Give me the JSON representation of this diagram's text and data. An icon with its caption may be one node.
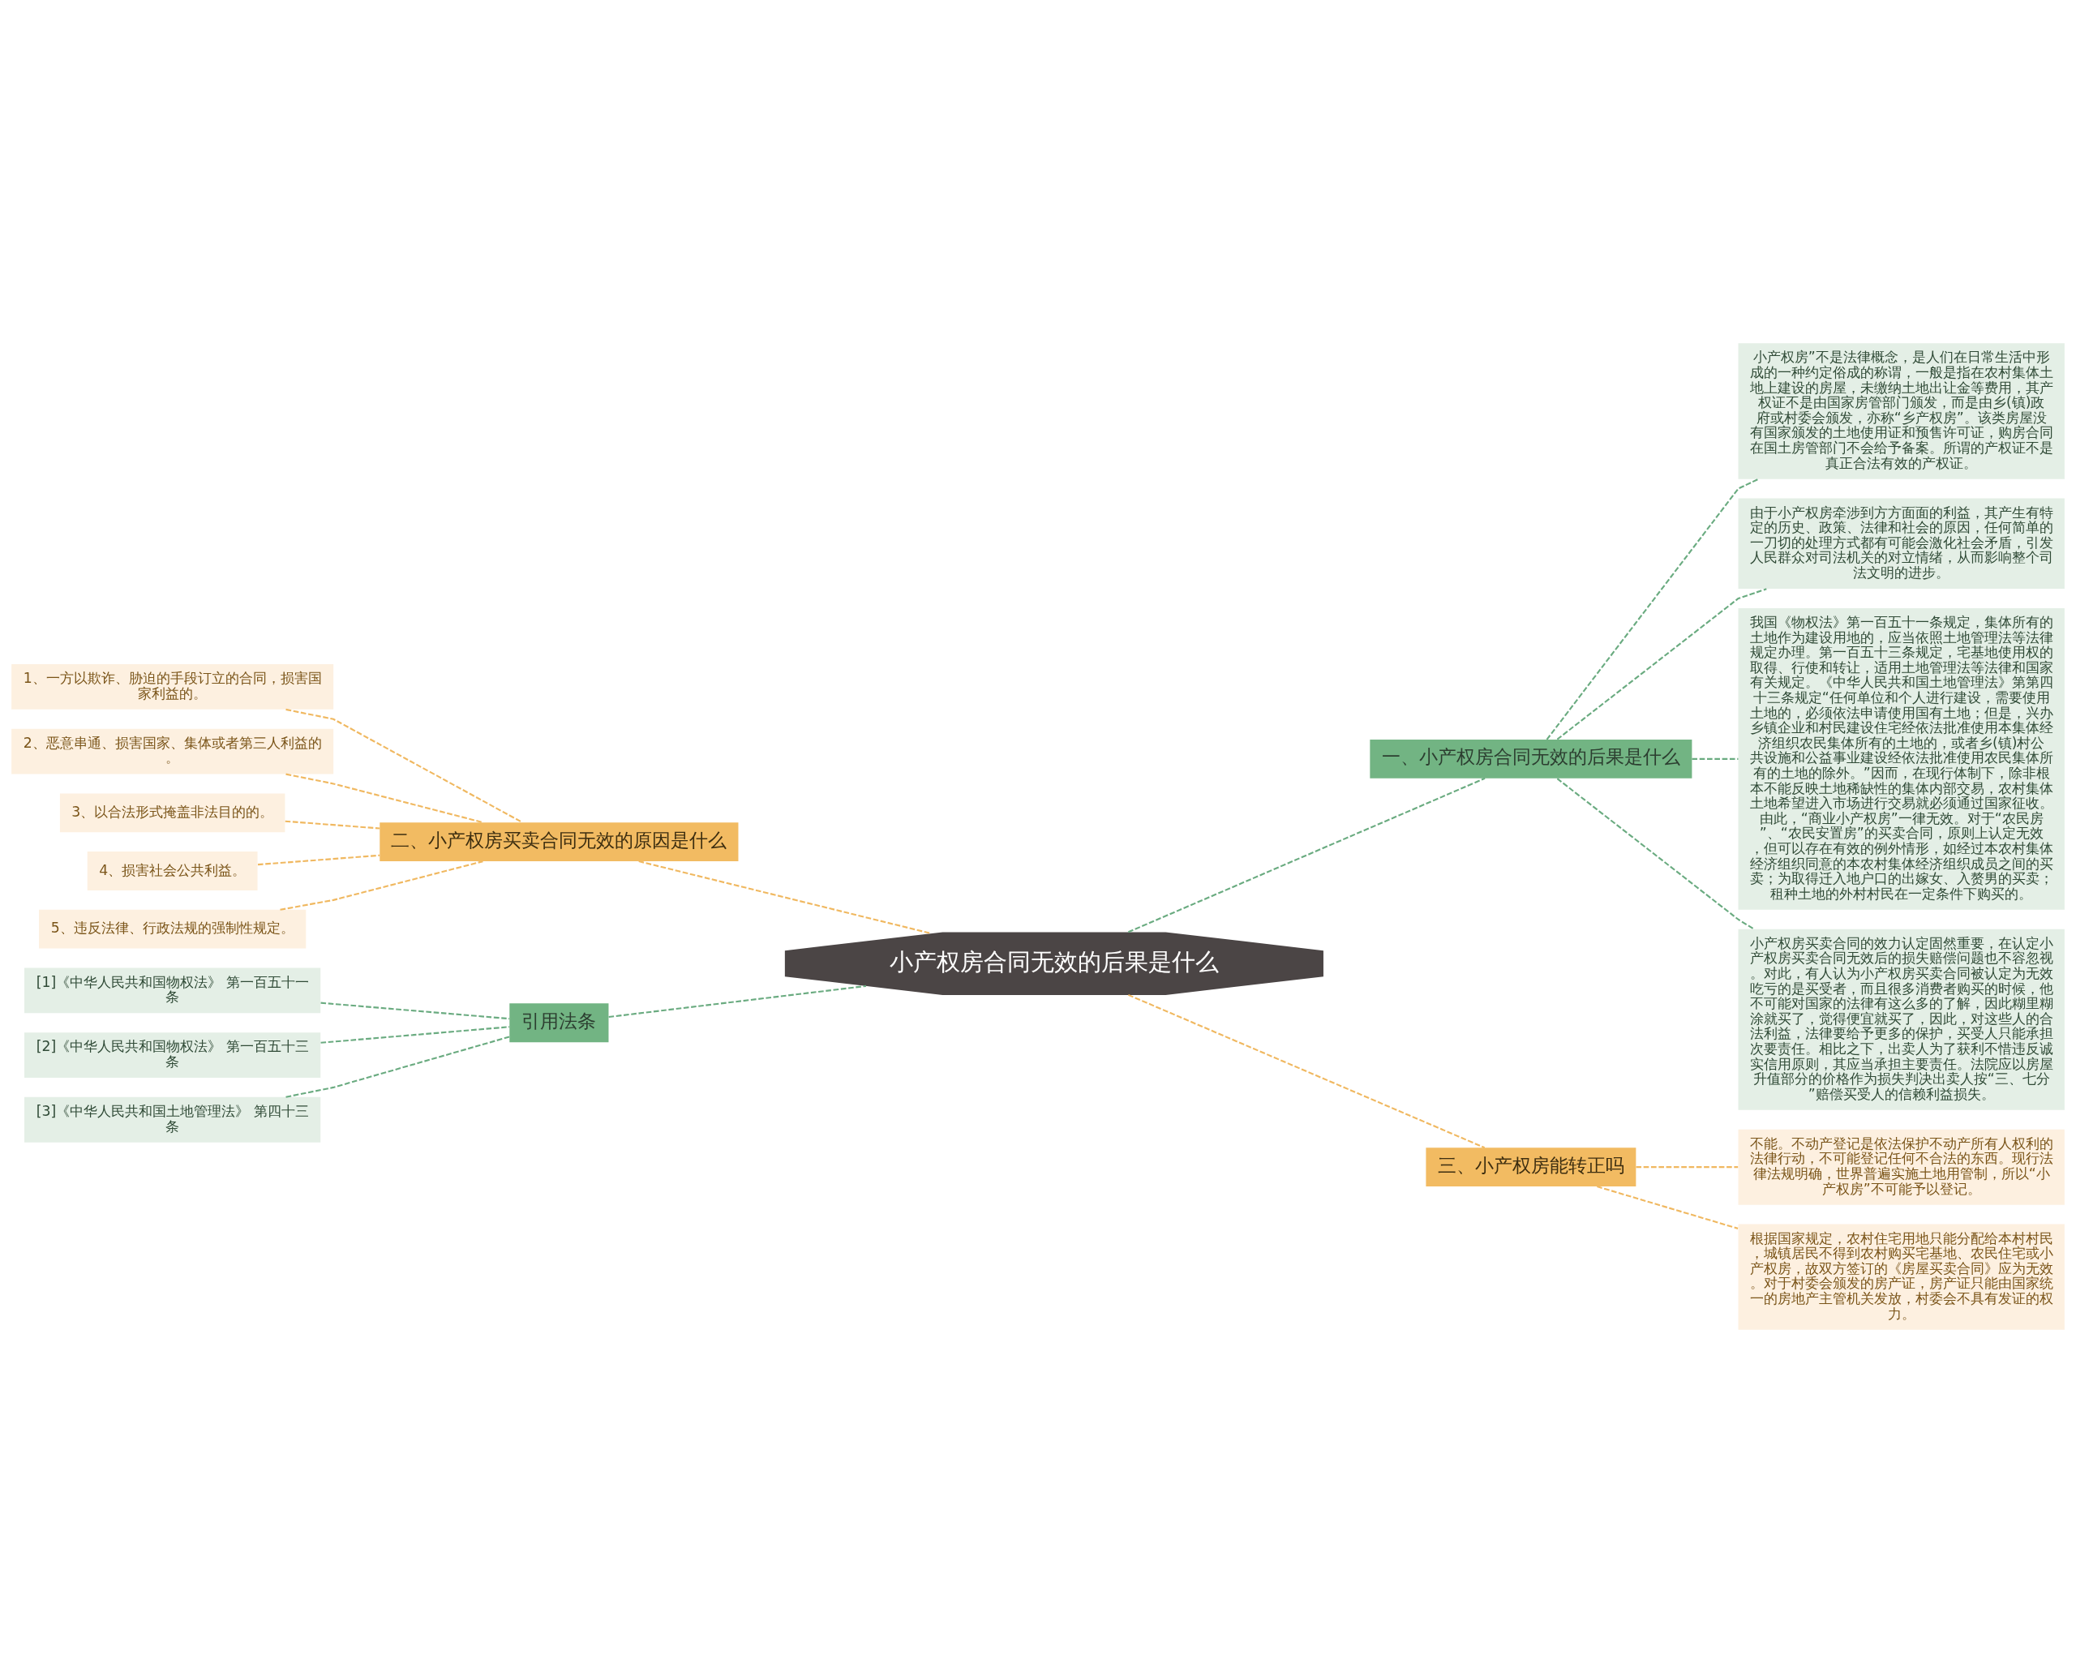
{
  "diagram": {
    "nodes": [
      {
        "text": [
          "小产权房合同无效的后果是什么"
        ]
      },
      {
        "text": [
          "一、小产权房合同无效的后果是什么"
        ]
      },
      {
        "text": [
          "小产权房”不是法律概念，是人们在日常生活中形成的一种约定俗成的称谓，一般是指在农村集体土地上建设的房屋，未缴纳土地出让金等费用，其产权证不是由国家房管部门颁发，而是由乡(镇)政府或村委会颁发，亦称“乡产权房”。该类房屋没有国家颁发的土地使用证和预售许可证，购房合同在国土房管部门不会给予备案。所谓的产权证不是真正合法有效的产权证。"
        ]
      },
      {
        "text": [
          "由于小产权房牵涉到方方面面的利益，其产生有特定的历史、政策、法律和社会的原因，任何简单的一刀切的处理方式都有可能会激化社会矛盾，引发人民群众对司法机关的对立情绪，从而影响整个司法文明的进步。"
        ]
      },
      {
        "text": [
          "我国《物权法》第一百五十一条规定，集体所有的土地作为建设用地的，应当依照土地管理法等法律规定办理。第一百五十三条规定，宅基地使用权的取得、行使和转让，适用土地管理法等法律和国家有关规定。《中华人民共和国土地管理法》第第四十三条规定“任何单位和个人进行建设，需要使用土地的，必须依法申请使用国有土地；但是，兴办乡镇企业和村民建设住宅经依法批准使用本集体经济组织农民集体所有的土地的，或者乡(镇)村公共设施和公益事业建设经依法批准使用农民集体所有的土地的除外。”因而，在现行体制下，除非根本不能反映土地稀缺性的集体内部交易，农村集体土地希望进入市场进行交易就必须通过国家征收。由此，“商业小产权房”一律无效。对于“农民房”、“农民安置房”的买卖合同，原则上认定无效，但可以存在有效的例外情形，如经过本农村集体经济组织同意的本农村集体经济组织成员之间的买卖；为取得迁入地户口的出嫁女、入赘男的买卖；租种土地的外村村民在一定条件下购买的。"
        ]
      },
      {
        "text": [
          "小产权房买卖合同的效力认定固然重要，在认定小产权房买卖合同无效后的损失赔偿问题也不容忽视。对此，有人认为小产权房买卖合同被认定为无效吃亏的是买受者，而且很多消费者购买的时候，他不可能对国家的法律有这么多的了解，因此糊里糊涂就买了，觉得便宜就买了，因此，对这些人的合法利益，法律要给予更多的保护，买受人只能承担次要责任。相比之下，出卖人为了获利不惜违反诚实信用原则，其应当承担主要责任。法院应以房屋升值部分的价格作为损失判决出卖人按“三、七分”赔偿买受人的信赖利益损失。"
        ]
      },
      {
        "text": [
          "二、小产权房买卖合同无效的原因是什么"
        ]
      },
      {
        "text": [
          "1、一方以欺诈、胁迫的手段订立的合同，损害国家利益的。"
        ]
      },
      {
        "text": [
          "2、恶意串通、损害国家、集体或者第三人利益的。"
        ]
      },
      {
        "text": [
          "3、以合法形式掩盖非法目的的。"
        ]
      },
      {
        "text": [
          "4、损害社会公共利益。"
        ]
      },
      {
        "text": [
          "5、违反法律、行政法规的强制性规定。"
        ]
      },
      {
        "text": [
          "引用法条"
        ]
      },
      {
        "text": [
          "[1]《中华人民共和国物权法》 第一百五十一条"
        ]
      },
      {
        "text": [
          "[2]《中华人民共和国物权法》 第一百五十三条"
        ]
      },
      {
        "text": [
          "[3]《中华人民共和国土地管理法》 第四十三条"
        ]
      },
      {
        "text": [
          "三、小产权房能转正吗"
        ]
      },
      {
        "text": [
          "不能。不动产登记是依法保护不动产所有人权利的法律行动，不可能登记任何不合法的东西。现行法律法规明确，世界普遍实施土地用管制，所以“小产权房”不可能予以登记。"
        ]
      },
      {
        "text": [
          "根据国家规定，农村住宅用地只能分配给本村村民，城镇居民不得到农村购买宅基地、农民住宅或小产权房，故双方签订的《房屋买卖合同》应为无效。对于村委会颁发的房产证，房产证只能由国家统一的房地产主管机关发放，村委会不具有发证的权力。"
        ]
      }
    ],
    "edges": [
      {
        "from": 0,
        "to": 1,
        "arrow": "none",
        "style": "dashed",
        "color": "#6aab80"
      },
      {
        "from": 1,
        "to": 2,
        "arrow": "none",
        "style": "dashed",
        "color": "#6aab80"
      },
      {
        "from": 1,
        "to": 3,
        "arrow": "none",
        "style": "dashed",
        "color": "#6aab80"
      },
      {
        "from": 1,
        "to": 4,
        "arrow": "none",
        "style": "dashed",
        "color": "#6aab80"
      },
      {
        "from": 1,
        "to": 5,
        "arrow": "none",
        "style": "dashed",
        "color": "#6aab80"
      },
      {
        "from": 0,
        "to": 6,
        "arrow": "none",
        "style": "dashed",
        "color": "#f0b860"
      },
      {
        "from": 6,
        "to": 7,
        "arrow": "none",
        "style": "dashed",
        "color": "#f0b860"
      },
      {
        "from": 6,
        "to": 8,
        "arrow": "none",
        "style": "dashed",
        "color": "#f0b860"
      },
      {
        "from": 6,
        "to": 9,
        "arrow": "none",
        "style": "dashed",
        "color": "#f0b860"
      },
      {
        "from": 6,
        "to": 10,
        "arrow": "none",
        "style": "dashed",
        "color": "#f0b860"
      },
      {
        "from": 6,
        "to": 11,
        "arrow": "none",
        "style": "dashed",
        "color": "#f0b860"
      },
      {
        "from": 0,
        "to": 12,
        "arrow": "none",
        "style": "dashed",
        "color": "#6aab80"
      },
      {
        "from": 12,
        "to": 13,
        "arrow": "none",
        "style": "dashed",
        "color": "#6aab80"
      },
      {
        "from": 12,
        "to": 14,
        "arrow": "none",
        "style": "dashed",
        "color": "#6aab80"
      },
      {
        "from": 12,
        "to": 15,
        "arrow": "none",
        "style": "dashed",
        "color": "#6aab80"
      },
      {
        "from": 0,
        "to": 16,
        "arrow": "none",
        "style": "dashed",
        "color": "#f0b860"
      },
      {
        "from": 16,
        "to": 17,
        "arrow": "none",
        "style": "dashed",
        "color": "#f0b860"
      },
      {
        "from": 16,
        "to": 18,
        "arrow": "none",
        "style": "dashed",
        "color": "#f0b860"
      }
    ]
  }
}
